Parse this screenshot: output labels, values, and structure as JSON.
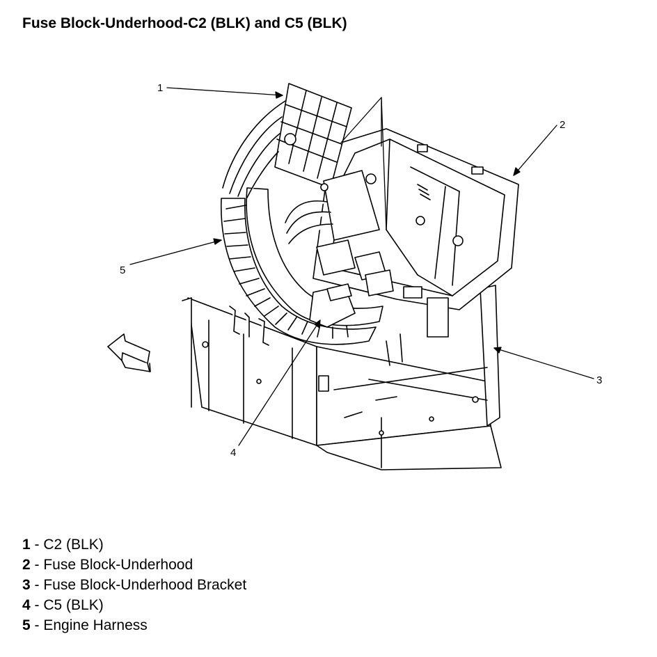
{
  "title": "Fuse Block-Underhood-C2 (BLK) and C5 (BLK)",
  "callouts": [
    "1",
    "2",
    "3",
    "4",
    "5"
  ],
  "legend": [
    {
      "num": "1",
      "sep": " - ",
      "text": "C2 (BLK)"
    },
    {
      "num": "2",
      "sep": " - ",
      "text": "Fuse Block-Underhood"
    },
    {
      "num": "3",
      "sep": " - ",
      "text": "Fuse Block-Underhood Bracket"
    },
    {
      "num": "4",
      "sep": " - ",
      "text": "C5 (BLK)"
    },
    {
      "num": "5",
      "sep": " - ",
      "text": "Engine Harness"
    }
  ]
}
